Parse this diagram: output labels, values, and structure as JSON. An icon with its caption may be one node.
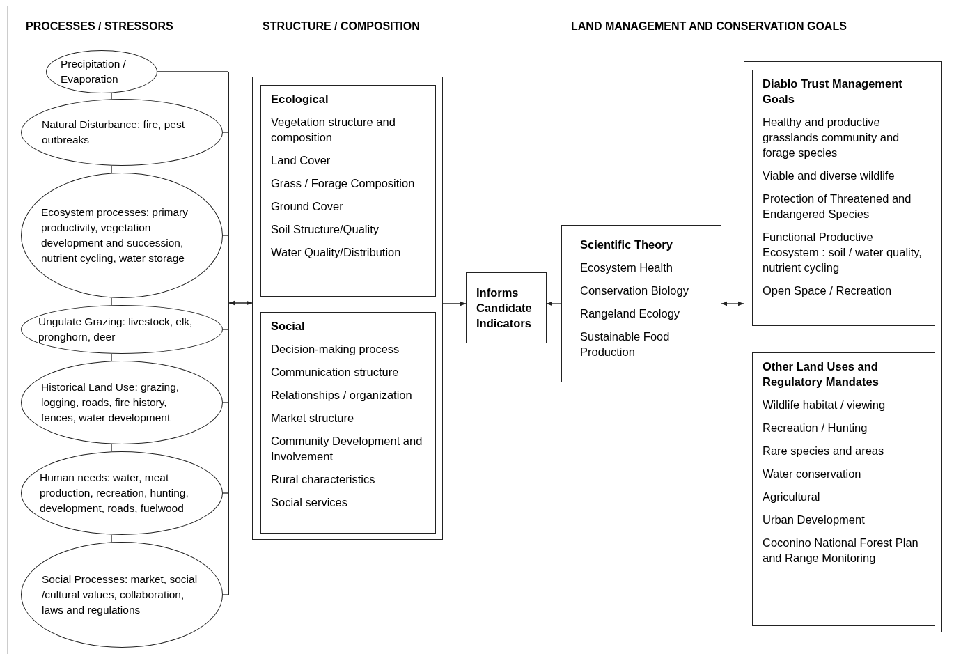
{
  "diagram": {
    "nodes": [
      {
        "text": [
          "Precipitation / Evaporation"
        ]
      },
      {
        "text": [
          "Natural Disturbance: fire, pest outbreaks"
        ]
      },
      {
        "text": [
          "Ecosystem processes: primary productivity, vegetation development and succession, nutrient cycling, water storage"
        ]
      },
      {
        "text": [
          "Ungulate Grazing: livestock, elk, pronghorn, deer"
        ]
      },
      {
        "text": [
          "Historical Land Use: grazing, logging, roads, fire history, fences, water development"
        ]
      },
      {
        "text": [
          "Human needs: water, meat production, recreation, hunting, development, roads, fuelwood"
        ]
      },
      {
        "text": [
          "Social Processes: market, social /cultural values, collaboration, laws and regulations"
        ]
      },
      {
        "text": [],
        "shape": "box"
      },
      {
        "text": [
          "Ecological",
          "Vegetation structure and composition",
          "Land Cover",
          "Grass / Forage Composition",
          "Ground Cover",
          "Soil Structure/Quality",
          "Water Quality/Distribution"
        ],
        "in": 7
      },
      {
        "text": [
          "Social",
          "Decision-making process",
          "Communication structure",
          "Relationships / organization",
          "Market structure",
          "Community Development and Involvement",
          "Rural characteristics",
          "Social services"
        ],
        "in": 7
      },
      {
        "text": [
          "Informs Candidate Indicators"
        ]
      },
      {
        "text": [
          "Scientific Theory",
          "Ecosystem Health",
          "Conservation Biology",
          "Rangeland Ecology",
          "Sustainable Food Production"
        ]
      },
      {
        "text": [],
        "shape": "box"
      },
      {
        "text": [
          "Diablo Trust Management Goals",
          "Healthy and productive grasslands community and forage species",
          "Viable and diverse wildlife",
          "Protection of Threatened and Endangered Species",
          "Functional Productive Ecosystem : soil / water quality, nutrient cycling",
          "Open Space / Recreation"
        ],
        "in": 12
      },
      {
        "text": [
          "Other Land Uses and Regulatory Mandates",
          "Wildlife habitat / viewing",
          "Recreation / Hunting",
          "Rare species and areas",
          "Water conservation",
          "Agricultural",
          "Urban Development",
          "Coconino National Forest Plan and Range Monitoring"
        ],
        "in": 12
      },
      {
        "text": [],
        "shape": "bar"
      }
    ],
    "edges": [
      {
        "from": 0,
        "to": 1,
        "arrow": "none"
      },
      {
        "from": 1,
        "to": 2,
        "arrow": "none"
      },
      {
        "from": 2,
        "to": 3,
        "arrow": "none"
      },
      {
        "from": 3,
        "to": 4,
        "arrow": "none"
      },
      {
        "from": 4,
        "to": 5,
        "arrow": "none"
      },
      {
        "from": 5,
        "to": 6,
        "arrow": "none"
      },
      {
        "from": 0,
        "to": 15,
        "arrow": "none"
      },
      {
        "from": 1,
        "to": 15,
        "arrow": "none"
      },
      {
        "from": 2,
        "to": 15,
        "arrow": "none"
      },
      {
        "from": 3,
        "to": 15,
        "arrow": "none"
      },
      {
        "from": 4,
        "to": 15,
        "arrow": "none"
      },
      {
        "from": 5,
        "to": 15,
        "arrow": "none"
      },
      {
        "from": 6,
        "to": 15,
        "arrow": "none"
      },
      {
        "from": 15,
        "to": 7,
        "arrow": "both"
      },
      {
        "from": 7,
        "to": 10,
        "arrow": "to"
      },
      {
        "from": 11,
        "to": 10,
        "arrow": "to"
      },
      {
        "from": 11,
        "to": 12,
        "arrow": "both"
      }
    ],
    "labels": [
      "PROCESSES / STRESSORS",
      "STRUCTURE / COMPOSITION",
      "LAND MANAGEMENT AND CONSERVATION GOALS"
    ]
  }
}
